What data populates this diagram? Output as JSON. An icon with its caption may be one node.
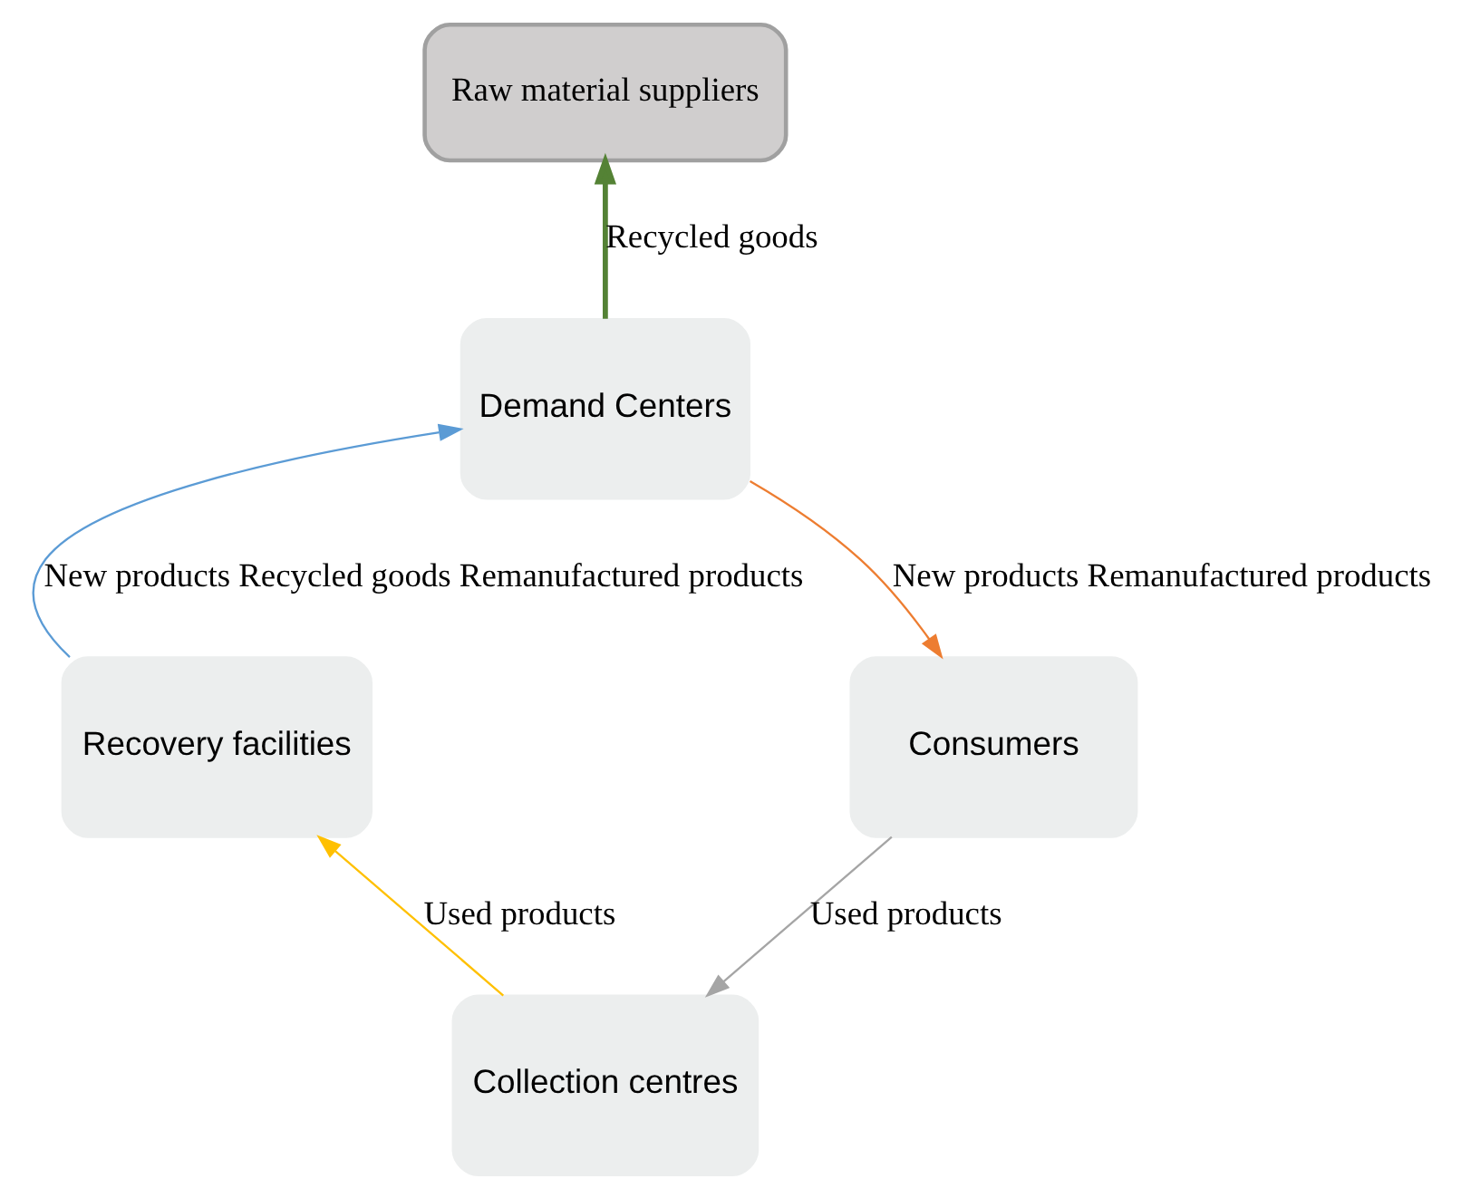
{
  "diagram": {
    "nodes": [
      {
        "text": [
          "Raw material suppliers"
        ]
      },
      {
        "text": [
          "Demand Centers"
        ]
      },
      {
        "text": [
          "Consumers"
        ]
      },
      {
        "text": [
          "Collection centres"
        ]
      },
      {
        "text": [
          "Recovery facilities"
        ]
      }
    ],
    "edges": [
      {
        "from": 1,
        "to": 0,
        "arrow": "to",
        "label": "Recycled goods",
        "color": "#548235",
        "style": "thick"
      },
      {
        "from": 1,
        "to": 2,
        "arrow": "to",
        "label": "New products Remanufactured products",
        "color": "#ed7d31"
      },
      {
        "from": 2,
        "to": 3,
        "arrow": "to",
        "label": "Used products",
        "color": "#a5a5a5"
      },
      {
        "from": 3,
        "to": 4,
        "arrow": "to",
        "label": "Used products",
        "color": "#ffc000"
      },
      {
        "from": 4,
        "to": 1,
        "arrow": "to",
        "label": "New products Recycled goods Remanufactured products",
        "color": "#5b9bd5"
      }
    ]
  }
}
